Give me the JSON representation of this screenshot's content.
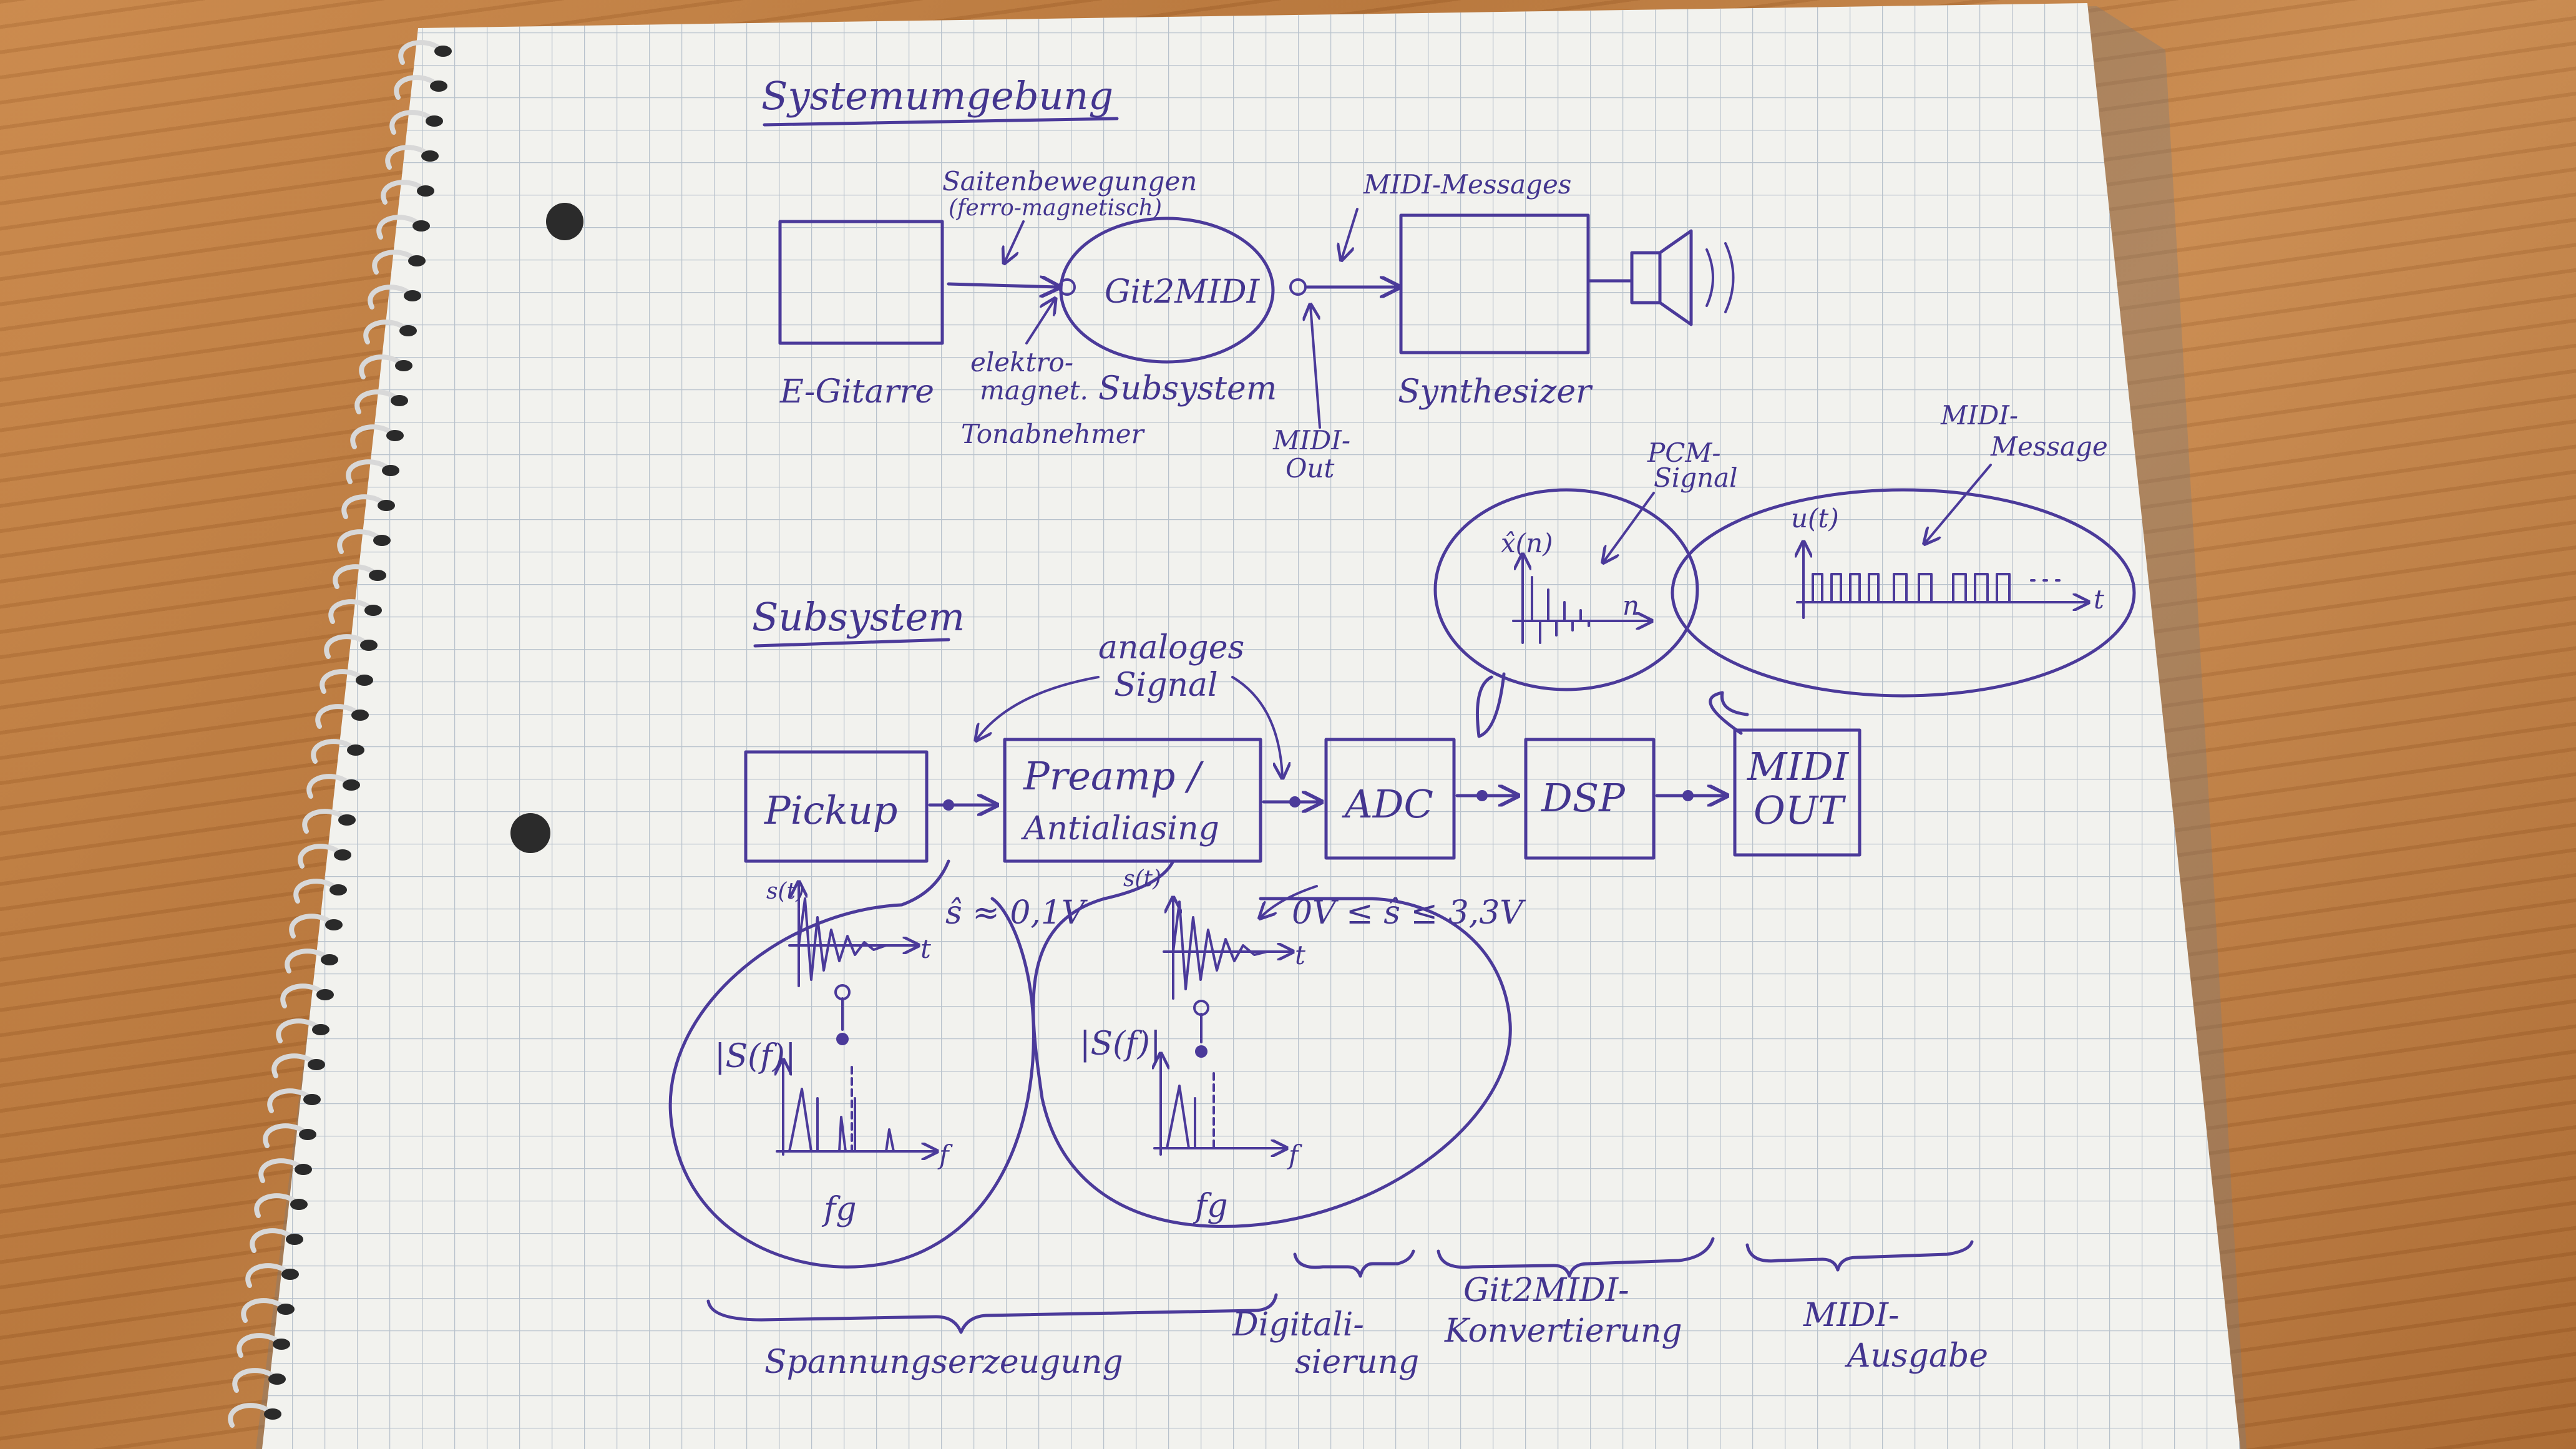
{
  "top": {
    "heading": "Systemumgebung",
    "guitar_label": "E-Gitarre",
    "strings_note_1": "Saitenbewegungen",
    "strings_note_2": "(ferro-magnetisch)",
    "pickup_note_1": "elektro-",
    "pickup_note_2": "magnet.",
    "pickup_note_3": "Tonabnehmer",
    "git2midi": "Git2MIDI",
    "subsystem_label": "Subsystem",
    "midi_out_1": "MIDI-",
    "midi_out_2": "Out",
    "midi_messages": "MIDI-Messages",
    "synth_label": "Synthesizer"
  },
  "sub": {
    "heading": "Subsystem",
    "analog_1": "analoges",
    "analog_2": "Signal",
    "blocks": {
      "pickup": "Pickup",
      "preamp_1": "Preamp /",
      "preamp_2": "Antialiasing",
      "adc": "ADC",
      "dsp": "DSP",
      "midi_1": "MIDI",
      "midi_2": "OUT"
    },
    "pickup_level": "ŝ ≈ 0,1V",
    "preamp_level": "0V ≤ ŝ ≤ 3,3V",
    "pcm_1": "PCM-",
    "pcm_2": "Signal",
    "pcm_axis_y": "x̂(n)",
    "pcm_axis_x": "n",
    "midi_msg_1": "MIDI-",
    "midi_msg_2": "Message",
    "midi_axis_y": "u(t)",
    "midi_axis_x": "t",
    "sig_time_y": "s(t)",
    "sig_time_x": "t",
    "sig_freq_y": "|S(f)|",
    "sig_freq_x": "f",
    "fg": "fg"
  },
  "bottom": {
    "stage_1": "Spannungserzeugung",
    "stage_2_1": "Digitali-",
    "stage_2_2": "sierung",
    "stage_3_1": "Git2MIDI-",
    "stage_3_2": "Konvertierung",
    "stage_4_1": "MIDI-",
    "stage_4_2": "Ausgabe"
  },
  "colors": {
    "ink": "#4b3a9a",
    "paper": "#f2f2ee",
    "grid": "#b8c2cc",
    "table": "#b97a40"
  }
}
